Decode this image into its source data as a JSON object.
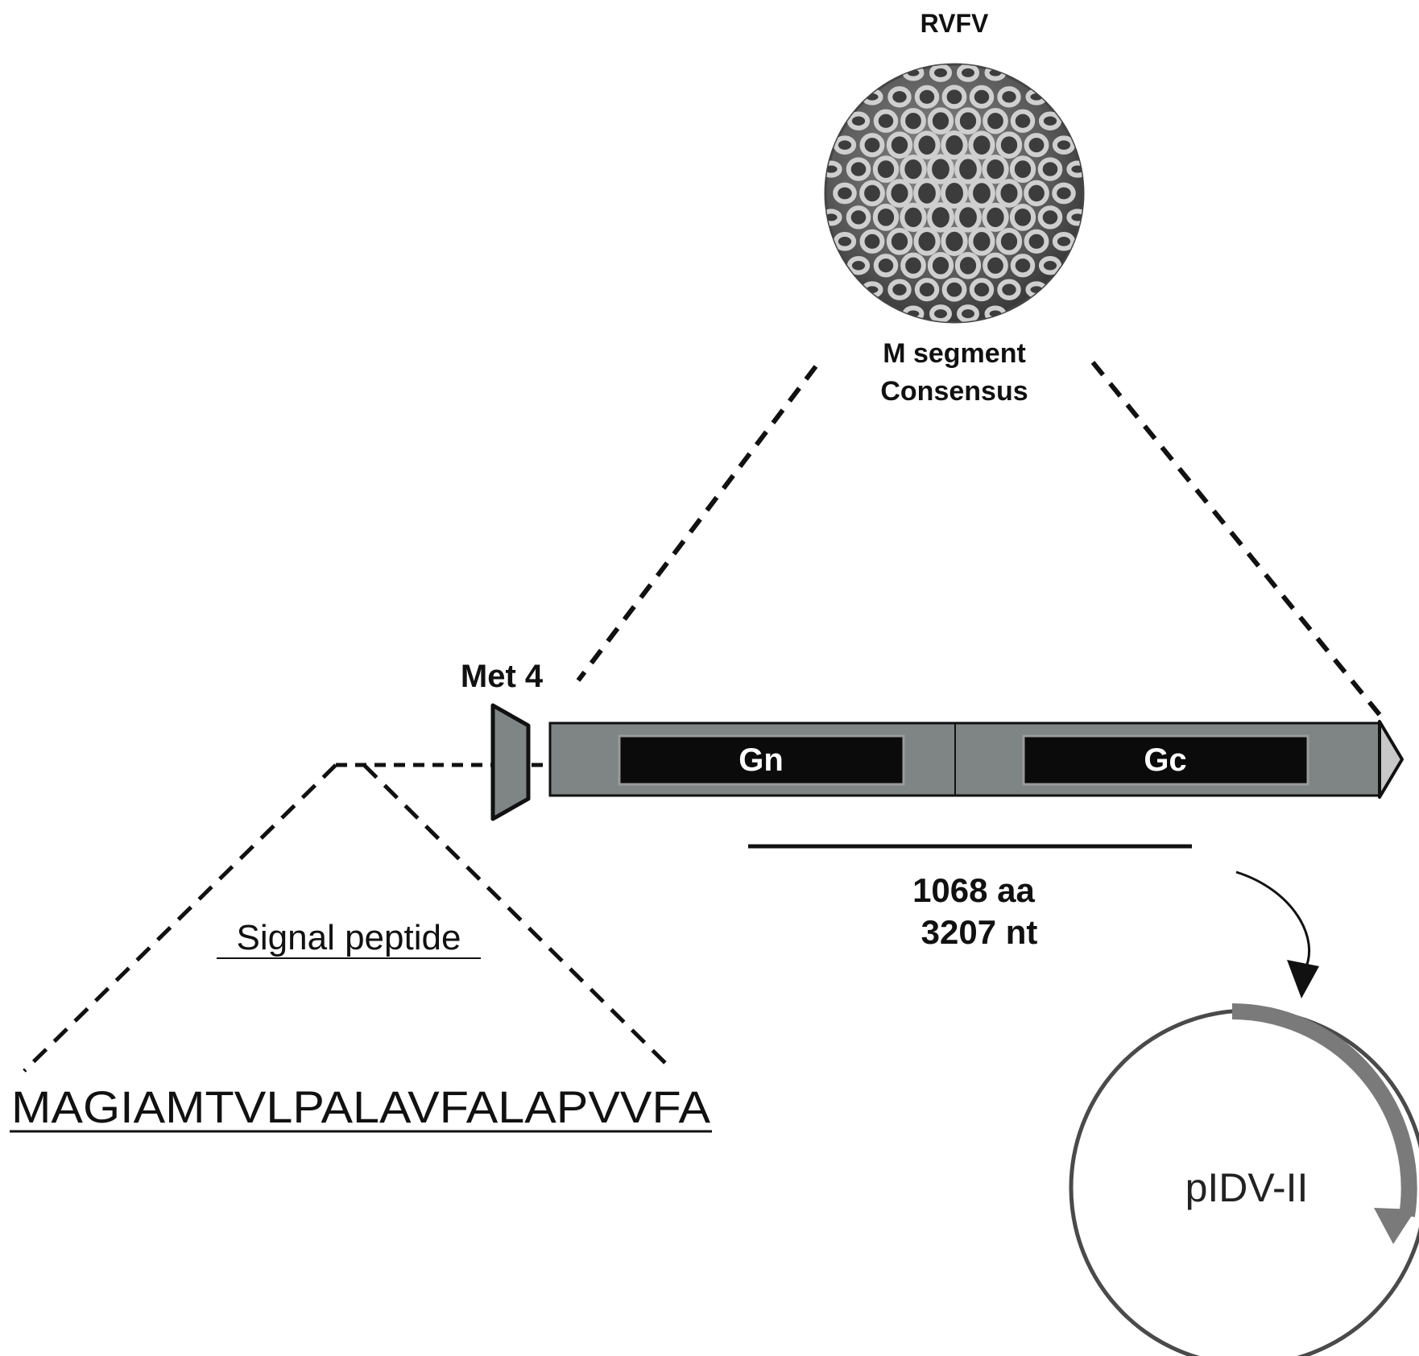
{
  "virus": {
    "title": "RVFV",
    "caption_line1": "M segment",
    "caption_line2": "Consensus"
  },
  "gene": {
    "start_label": "Met 4",
    "domain1": "Gn",
    "domain2": "Gc",
    "length_aa": "1068 aa",
    "length_nt": "3207 nt"
  },
  "signal": {
    "label": "Signal peptide",
    "sequence": "MAGIAMTVLPALAVFALAPVVFA"
  },
  "plasmid": {
    "name": "pIDV-II"
  },
  "colors": {
    "bar_fill": "#7f8585",
    "domain_fill": "#0b0b0b",
    "arrow_gray": "#808080",
    "line": "#1a1a1a"
  }
}
